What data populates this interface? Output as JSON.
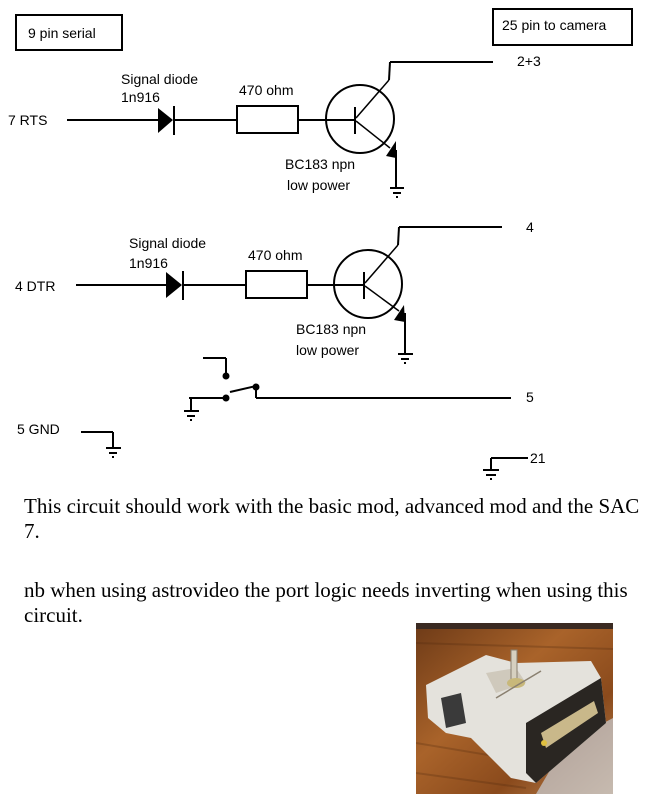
{
  "diagram": {
    "left_connector_label": "9 pin serial",
    "right_connector_label": "25 pin to camera",
    "circuit1": {
      "input_label": "7 RTS",
      "diode_label_line1": "Signal diode",
      "diode_label_line2": "1n916",
      "resistor_label": "470 ohm",
      "transistor_label_line1": "BC183 npn",
      "transistor_label_line2": "low power",
      "output_pin": "2+3"
    },
    "circuit2": {
      "input_label": "4 DTR",
      "diode_label_line1": "Signal diode",
      "diode_label_line2": "1n916",
      "resistor_label": "470 ohm",
      "transistor_label_line1": "BC183 npn",
      "transistor_label_line2": "low power",
      "output_pin": "4"
    },
    "switch_output_pin": "5",
    "ground_input_label": "5 GND",
    "ground_output_pin": "21"
  },
  "notes": {
    "paragraph1": "This circuit should work with the basic mod, advanced mod and the SAC 7.",
    "paragraph2": "nb when using astrovideo the port logic needs inverting when using this circuit."
  },
  "photo": {
    "subject": "toggle switch adapter on 25 pin connector",
    "colors": {
      "wood": "#8a4a1c",
      "wood_light": "#b8702e",
      "plastic": "#e4e2dc",
      "plastic_shadow": "#b9b6ae",
      "connector_dark": "#2a2622",
      "pins": "#c9b88a"
    }
  }
}
